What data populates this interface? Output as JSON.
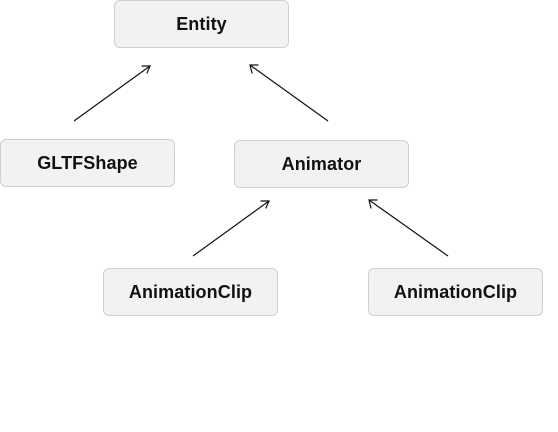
{
  "nodes": {
    "entity": {
      "label": "Entity"
    },
    "gltfshape": {
      "label": "GLTFShape"
    },
    "animator": {
      "label": "Animator"
    },
    "clip_1": {
      "label": "AnimationClip"
    },
    "clip_2": {
      "label": "AnimationClip"
    }
  },
  "edges": [
    {
      "from": "gltfshape",
      "to": "entity"
    },
    {
      "from": "animator",
      "to": "entity"
    },
    {
      "from": "clip_1",
      "to": "animator"
    },
    {
      "from": "clip_2",
      "to": "animator"
    }
  ],
  "colors": {
    "node_fill": "#f2f2f2",
    "node_border": "#cfcfcf",
    "edge": "#111111",
    "text": "#111111"
  }
}
